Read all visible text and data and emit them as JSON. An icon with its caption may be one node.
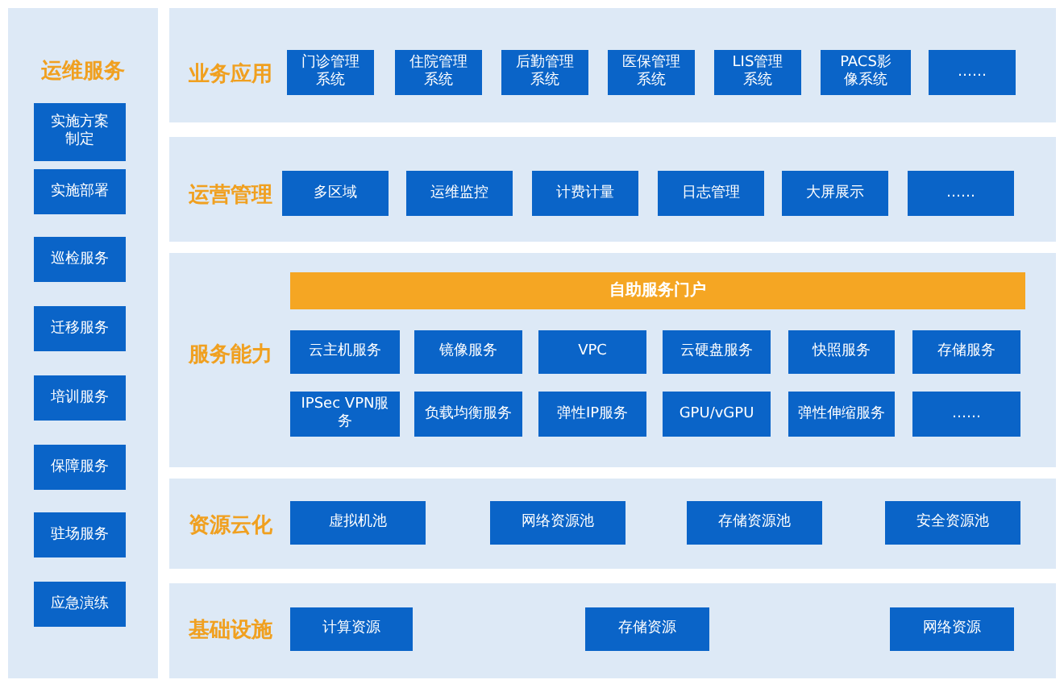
{
  "diagram": {
    "nodes": [
      {
        "text": [
          "运维服务"
        ]
      },
      {
        "text": [
          "实施方案制定"
        ],
        "in": 0
      },
      {
        "text": [
          "实施部署"
        ],
        "in": 0
      },
      {
        "text": [
          "巡检服务"
        ],
        "in": 0
      },
      {
        "text": [
          "迁移服务"
        ],
        "in": 0
      },
      {
        "text": [
          "培训服务"
        ],
        "in": 0
      },
      {
        "text": [
          "保障服务"
        ],
        "in": 0
      },
      {
        "text": [
          "驻场服务"
        ],
        "in": 0
      },
      {
        "text": [
          "应急演练"
        ],
        "in": 0
      },
      {
        "text": [
          "业务应用"
        ]
      },
      {
        "text": [
          "门诊管理系统"
        ],
        "in": 9
      },
      {
        "text": [
          "住院管理系统"
        ],
        "in": 9
      },
      {
        "text": [
          "后勤管理系统"
        ],
        "in": 9
      },
      {
        "text": [
          "医保管理系统"
        ],
        "in": 9
      },
      {
        "text": [
          "LIS管理系统"
        ],
        "in": 9
      },
      {
        "text": [
          "PACS影像系统"
        ],
        "in": 9
      },
      {
        "text": [
          "……"
        ],
        "in": 9
      },
      {
        "text": [
          "运营管理"
        ]
      },
      {
        "text": [
          "多区域"
        ],
        "in": 17
      },
      {
        "text": [
          "运维监控"
        ],
        "in": 17
      },
      {
        "text": [
          "计费计量"
        ],
        "in": 17
      },
      {
        "text": [
          "日志管理"
        ],
        "in": 17
      },
      {
        "text": [
          "大屏展示"
        ],
        "in": 17
      },
      {
        "text": [
          "……"
        ],
        "in": 17
      },
      {
        "text": [
          "服务能力"
        ]
      },
      {
        "text": [
          "自助服务门户"
        ],
        "in": 24
      },
      {
        "text": [
          "云主机服务"
        ],
        "in": 24
      },
      {
        "text": [
          "镜像服务"
        ],
        "in": 24
      },
      {
        "text": [
          "VPC"
        ],
        "in": 24
      },
      {
        "text": [
          "云硬盘服务"
        ],
        "in": 24
      },
      {
        "text": [
          "快照服务"
        ],
        "in": 24
      },
      {
        "text": [
          "存储服务"
        ],
        "in": 24
      },
      {
        "text": [
          "IPSec VPN服务"
        ],
        "in": 24
      },
      {
        "text": [
          "负载均衡服务"
        ],
        "in": 24
      },
      {
        "text": [
          "弹性IP服务"
        ],
        "in": 24
      },
      {
        "text": [
          "GPU/vGPU"
        ],
        "in": 24
      },
      {
        "text": [
          "弹性伸缩服务"
        ],
        "in": 24
      },
      {
        "text": [
          "……"
        ],
        "in": 24
      },
      {
        "text": [
          "资源云化"
        ]
      },
      {
        "text": [
          "虚拟机池"
        ],
        "in": 38
      },
      {
        "text": [
          "网络资源池"
        ],
        "in": 38
      },
      {
        "text": [
          "存储资源池"
        ],
        "in": 38
      },
      {
        "text": [
          "安全资源池"
        ],
        "in": 38
      },
      {
        "text": [
          "基础设施"
        ]
      },
      {
        "text": [
          "计算资源"
        ],
        "in": 43
      },
      {
        "text": [
          "存储资源"
        ],
        "in": 43
      },
      {
        "text": [
          "网络资源"
        ],
        "in": 43
      }
    ]
  }
}
